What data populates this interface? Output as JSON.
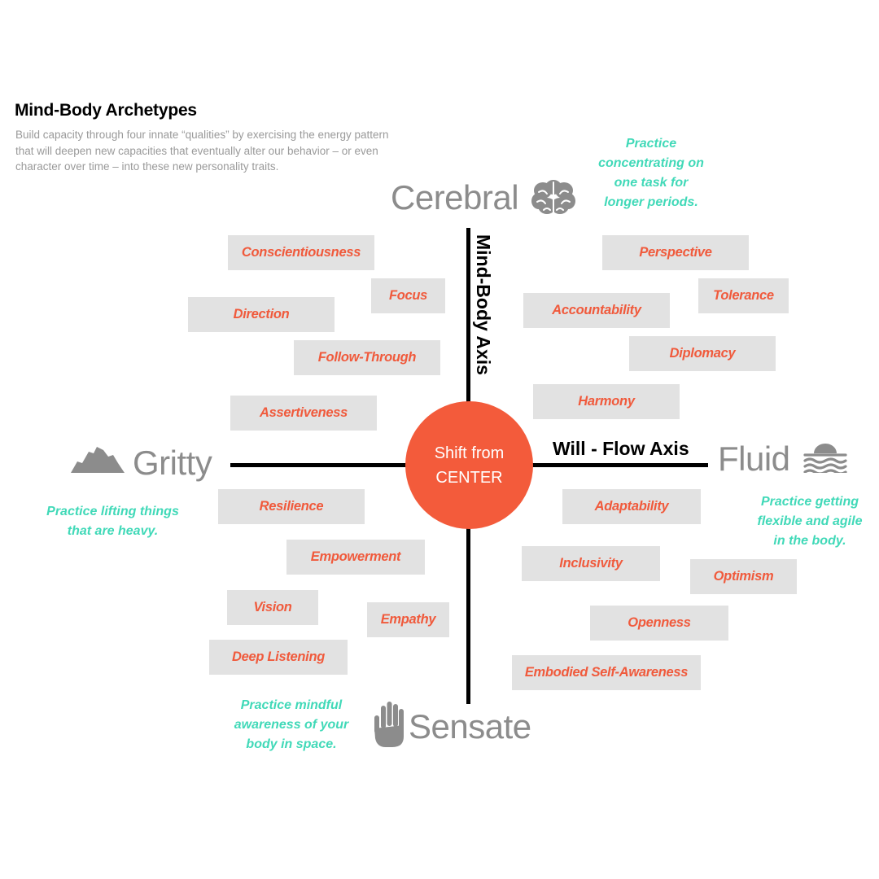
{
  "header": {
    "title": "Mind-Body Archetypes",
    "subtitle": "Build capacity through four innate “qualities” by exercising the energy pattern that will deepen new capacities that eventually alter our behavior – or even character over time – into these new personality traits."
  },
  "center": {
    "line1": "Shift from",
    "line2": "CENTER"
  },
  "axes": {
    "vertical": "Mind-Body Axis",
    "horizontal": "Will - Flow Axis"
  },
  "archetypes": {
    "cerebral": {
      "label": "Cerebral",
      "icon": "brain-icon",
      "practice": [
        "Practice",
        "concentrating on",
        "one task for",
        "longer periods."
      ]
    },
    "gritty": {
      "label": "Gritty",
      "icon": "mountain-icon",
      "practice": [
        "Practice lifting things",
        "that are heavy."
      ]
    },
    "fluid": {
      "label": "Fluid",
      "icon": "waves-icon",
      "practice": [
        "Practice getting",
        "flexible and agile",
        "in the body."
      ]
    },
    "sensate": {
      "label": "Sensate",
      "icon": "hand-icon",
      "practice": [
        "Practice mindful",
        "awareness of your",
        "body in space."
      ]
    }
  },
  "traits": {
    "conscientiousness": "Conscientiousness",
    "focus": "Focus",
    "direction": "Direction",
    "follow_through": "Follow-Through",
    "assertiveness": "Assertiveness",
    "perspective": "Perspective",
    "tolerance": "Tolerance",
    "accountability": "Accountability",
    "diplomacy": "Diplomacy",
    "harmony": "Harmony",
    "resilience": "Resilience",
    "empowerment": "Empowerment",
    "vision": "Vision",
    "empathy": "Empathy",
    "deep_listening": "Deep Listening",
    "adaptability": "Adaptability",
    "inclusivity": "Inclusivity",
    "optimism": "Optimism",
    "openness": "Openness",
    "embodied_self_awareness": "Embodied Self-Awareness"
  },
  "colors": {
    "accent_red": "#f35b3b",
    "trait_text": "#f05a3c",
    "practice_teal": "#41d9b8",
    "chip_gray": "#e2e2e2",
    "archetype_gray": "#8c8c8c"
  }
}
